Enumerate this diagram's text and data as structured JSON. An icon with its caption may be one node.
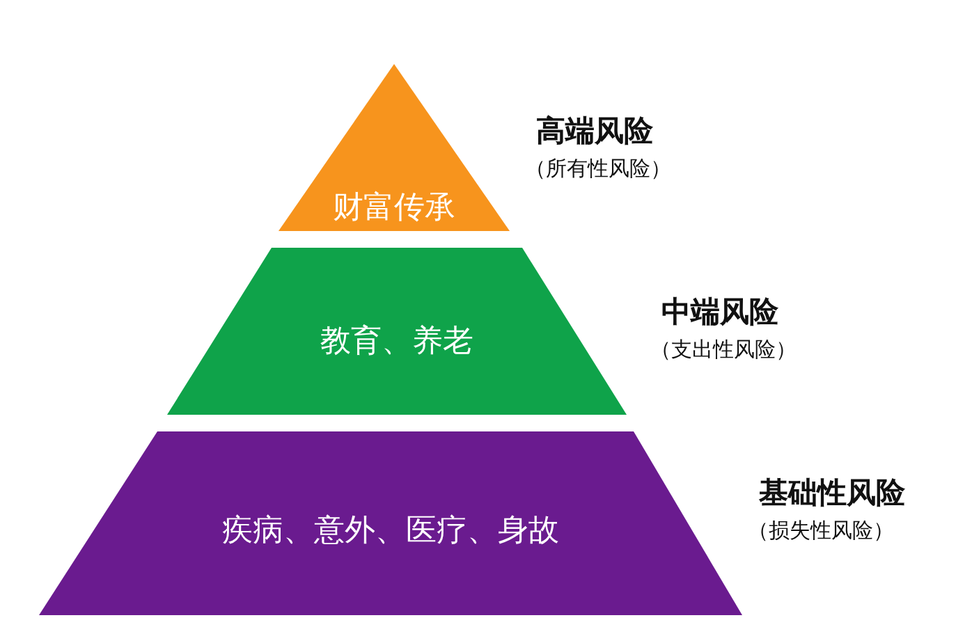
{
  "diagram": {
    "nodes": [
      {
        "text": [
          "财富传承"
        ],
        "beside": [
          "高端风险",
          "（所有性风险）"
        ]
      },
      {
        "text": [
          "教育、养老"
        ],
        "beside": [
          "中端风险",
          "（支出性风险）"
        ]
      },
      {
        "text": [
          "疾病、意外、医疗、身故"
        ],
        "beside": [
          "基础性风险",
          "（损失性风险）"
        ]
      }
    ],
    "edges": []
  }
}
